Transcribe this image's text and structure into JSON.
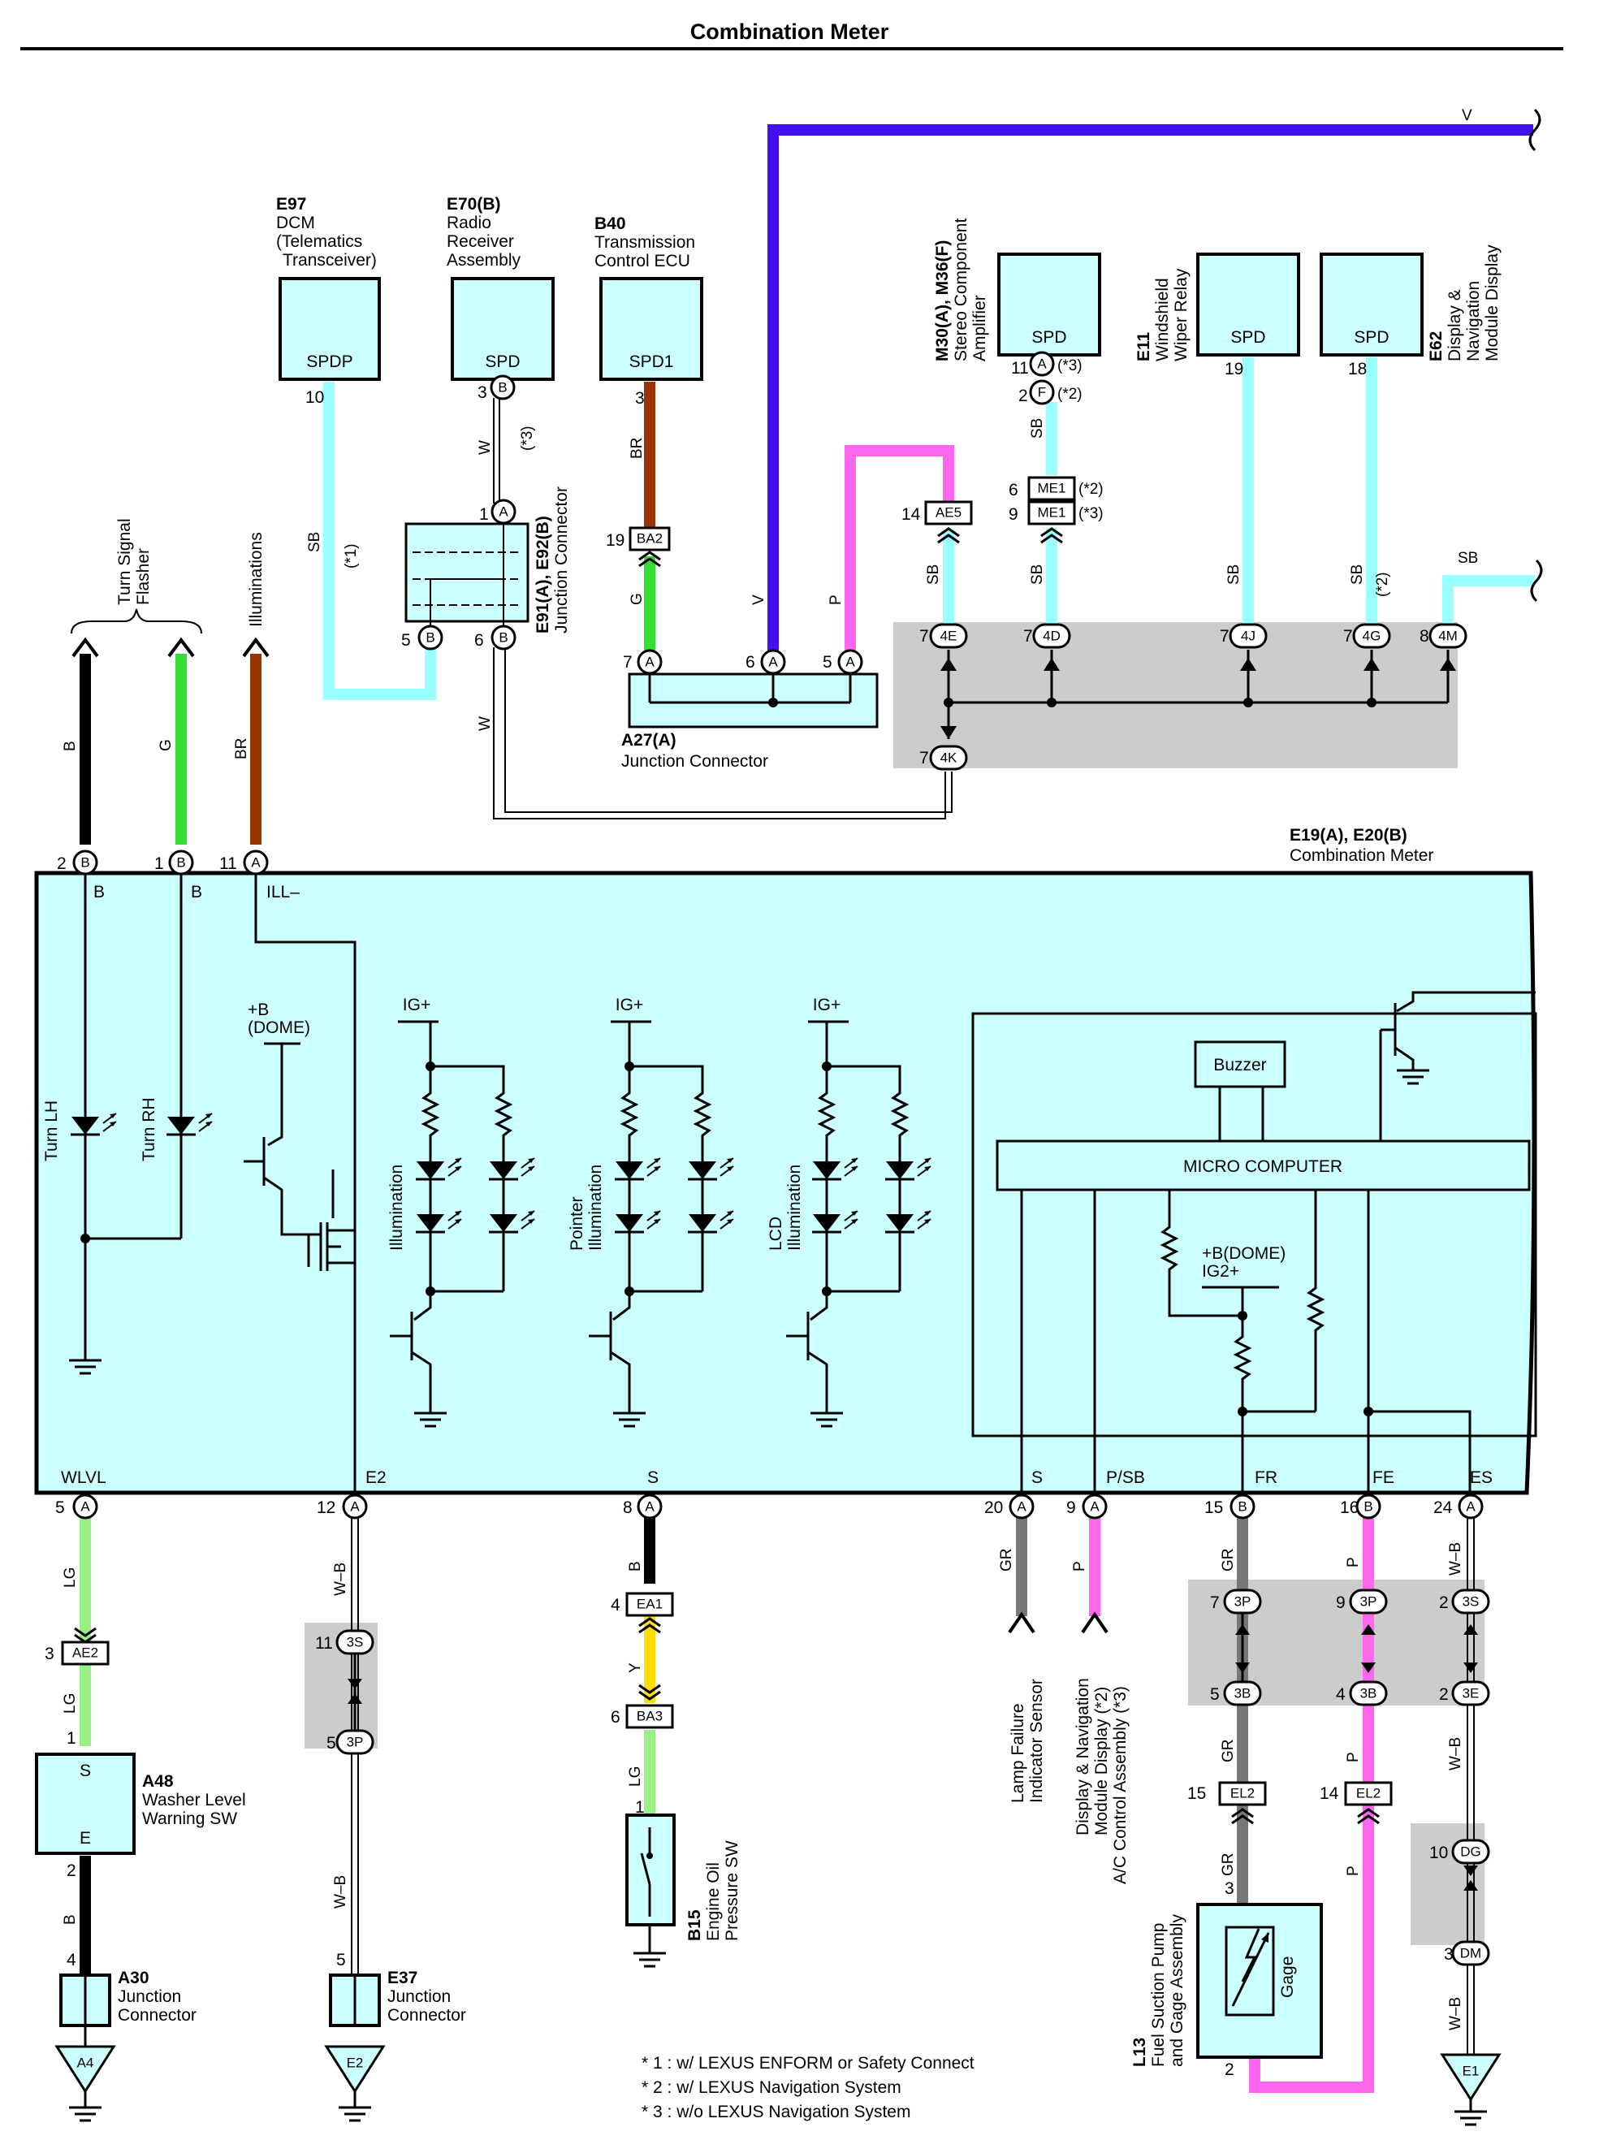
{
  "title": "Combination Meter",
  "colors": {
    "meter_fill": "#ccffff",
    "sb": "#99ffff",
    "br": "#993300",
    "g": "#33dd33",
    "lg": "#99ee88",
    "v": "#4411ee",
    "p": "#ff66ee",
    "gr": "#777777",
    "y": "#ffdd00",
    "shade": "#cccccc"
  },
  "components": {
    "e97": {
      "code": "E97",
      "name": [
        "DCM",
        "(Telematics",
        "Transceiver)"
      ],
      "terminal": "SPDP"
    },
    "e70": {
      "code": "E70(B)",
      "name": [
        "Radio",
        "Receiver",
        "Assembly"
      ],
      "terminal": "SPD"
    },
    "b40": {
      "code": "B40",
      "name": [
        "Transmission",
        "Control ECU"
      ],
      "terminal": "SPD1"
    },
    "m30": {
      "code": "M30(A), M36(F)",
      "name": [
        "Stereo Component",
        "Amplifier"
      ],
      "terminal": "SPD"
    },
    "e11": {
      "code": "E11",
      "name": [
        "Windshield",
        "Wiper Relay"
      ],
      "terminal": "SPD"
    },
    "e62": {
      "code": "E62",
      "name": [
        "Display &",
        "Navigation",
        "Module Display"
      ],
      "terminal": "SPD"
    },
    "e91": {
      "code": "E91(A), E92(B)",
      "name": [
        "Junction Connector"
      ]
    },
    "a27": {
      "code": "A27(A)",
      "name": [
        "Junction Connector"
      ]
    },
    "meter": {
      "code": "E19(A), E20(B)",
      "name": "Combination Meter"
    },
    "a48": {
      "code": "A48",
      "name": [
        "Washer Level",
        "Warning SW"
      ],
      "t_top": "S",
      "t_bot": "E"
    },
    "a30": {
      "code": "A30",
      "name": [
        "Junction",
        "Connector"
      ],
      "ground": "A4"
    },
    "e37": {
      "code": "E37",
      "name": [
        "Junction",
        "Connector"
      ],
      "ground": "E2"
    },
    "b15": {
      "code": "B15",
      "name": [
        "Engine Oil",
        "Pressure SW"
      ]
    },
    "l13": {
      "code": "L13",
      "name": [
        "Fuel Suction Pump",
        "and Gage Assembly"
      ],
      "inner": "Gage"
    },
    "e1_ground": "E1"
  },
  "labels": {
    "turn_signal": [
      "Turn Signal",
      "Flasher"
    ],
    "illuminations": "Illuminations",
    "lamp_failure": [
      "Lamp Failure",
      "Indicator Sensor"
    ],
    "display_nav": [
      "Display & Navigation",
      "Module Display (*2)",
      "A/C Control Assembly (*3)"
    ]
  },
  "meter_terminals": {
    "top": [
      "B",
      "B",
      "ILL–"
    ],
    "bottom": [
      "WLVL",
      "E2",
      "S",
      "S",
      "P/SB",
      "FR",
      "FE",
      "ES"
    ]
  },
  "internals": {
    "turn_lh": "Turn LH",
    "turn_rh": "Turn RH",
    "dome": [
      "+B",
      "(DOME)"
    ],
    "ig": "IG+",
    "illum": "Illumination",
    "pointer": [
      "Pointer",
      "Illumination"
    ],
    "lcd": [
      "LCD",
      "Illumination"
    ],
    "buzzer": "Buzzer",
    "micro": "MICRO COMPUTER",
    "dome_ig2": [
      "+B(DOME)",
      "IG2+"
    ]
  },
  "wire_colors": {
    "sb": "SB",
    "w": "W",
    "br": "BR",
    "g": "G",
    "v": "V",
    "p": "P",
    "b": "B",
    "lg": "LG",
    "wb": "W–B",
    "gr": "GR",
    "y": "Y"
  },
  "connectors": [
    "BA2",
    "AE5",
    "ME1",
    "ME1",
    "AE2",
    "EA1",
    "BA3",
    "EL2",
    "EL2"
  ],
  "junction_pins": [
    "4E",
    "4D",
    "4J",
    "4G",
    "4M",
    "4K",
    "3S",
    "3P",
    "3P",
    "3P",
    "3S",
    "3B",
    "3B",
    "3E",
    "DG",
    "DM"
  ],
  "pin_numbers": {
    "e97": "10",
    "e70": "3",
    "b40": "3",
    "m30a": "11",
    "m30f": "2",
    "e11": "19",
    "e62": "18",
    "ba2": "19",
    "ae5": "14",
    "me1a": "6",
    "me1b": "9",
    "e91_1": "1",
    "e91_5": "5",
    "e91_6": "6",
    "a27_7": "7",
    "a27_6": "6",
    "a27_5": "5",
    "j7": "7",
    "j8": "8",
    "m_top1": "2",
    "m_top2": "1",
    "m_top3": "11",
    "m_b1": "5",
    "m_b2": "12",
    "m_b3": "8",
    "m_b4": "20",
    "m_b5": "9",
    "m_b6": "15",
    "m_b7": "16",
    "m_b8": "24",
    "ae2": "3",
    "a48_1": "1",
    "a48_2": "2",
    "a30_4": "4",
    "s11": "11",
    "s5": "5",
    "e37_5": "5",
    "ea1": "4",
    "ba3": "6",
    "b15_1": "1",
    "p7": "7",
    "p9": "9",
    "s2": "2",
    "b5": "5",
    "b4": "4",
    "e2": "2",
    "el15": "15",
    "el14": "14",
    "l13_3": "3",
    "l13_2": "2",
    "dg10": "10",
    "dm3": "3"
  },
  "pin_letters": [
    "A",
    "B",
    "F"
  ],
  "notes": {
    "star3": "(*3)",
    "star2": "(*2)",
    "star1": "(*1)",
    "footnotes": [
      "* 1 : w/ LEXUS ENFORM or Safety Connect",
      "* 2 : w/ LEXUS Navigation System",
      "* 3 : w/o LEXUS Navigation System"
    ]
  }
}
